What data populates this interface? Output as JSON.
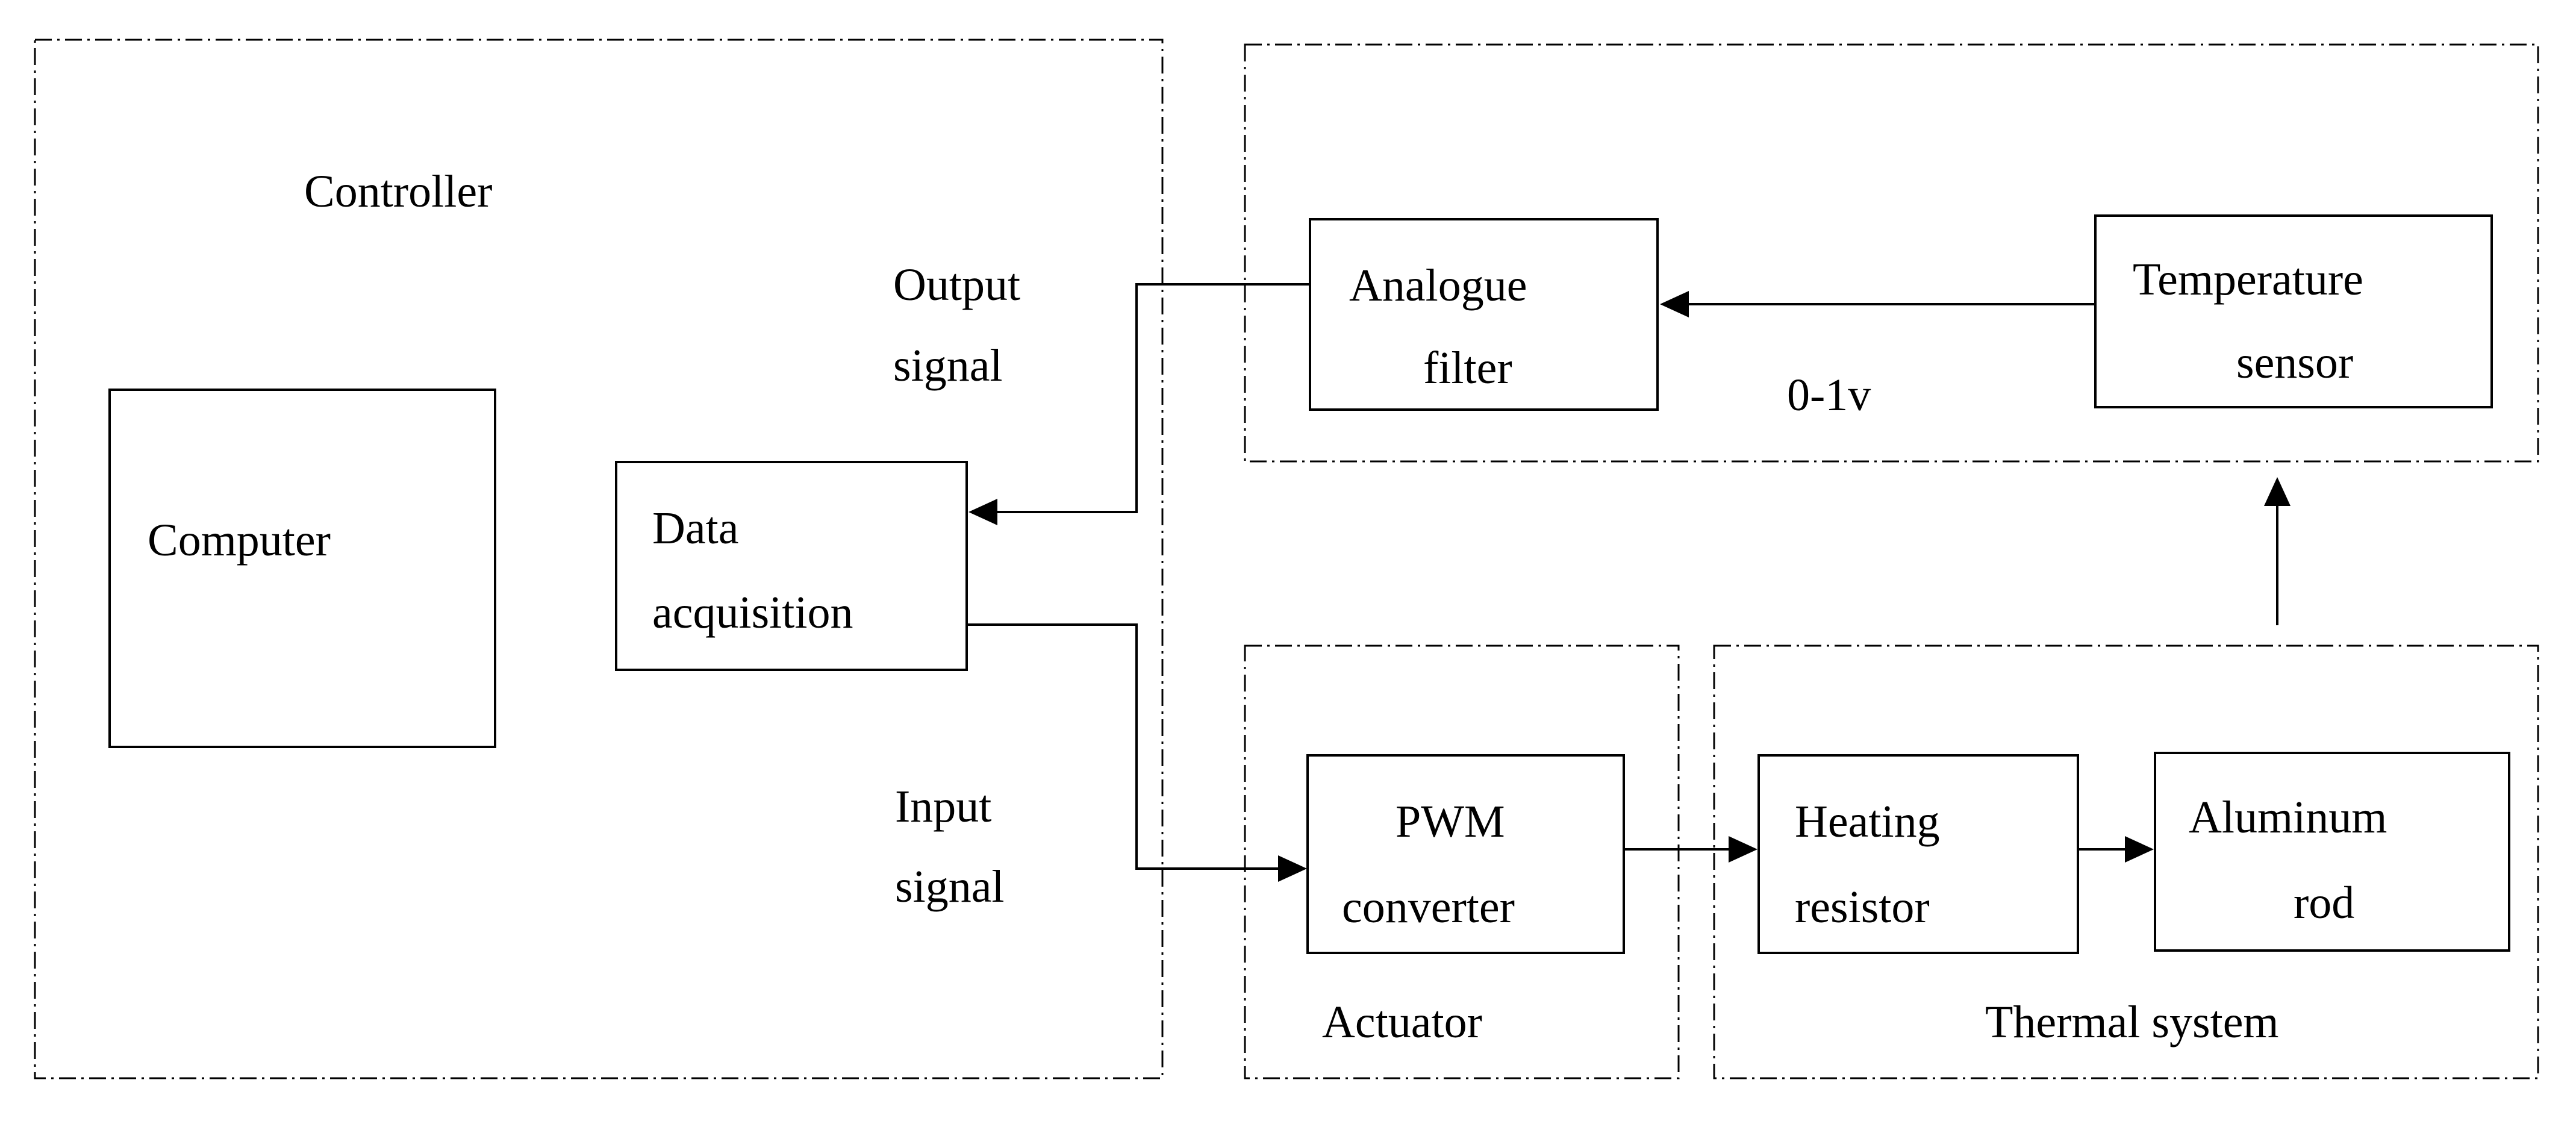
{
  "groups": {
    "controller": "Controller",
    "actuator": "Actuator",
    "thermal_system": "Thermal system"
  },
  "blocks": {
    "computer": [
      "Computer"
    ],
    "data_acquisition": [
      "Data",
      "acquisition"
    ],
    "analogue_filter": [
      "Analogue",
      "filter"
    ],
    "temperature_sensor": [
      "Temperature",
      "sensor"
    ],
    "pwm_converter": [
      "PWM",
      "converter"
    ],
    "heating_resistor": [
      "Heating",
      "resistor"
    ],
    "aluminum_rod": [
      "Aluminum",
      "rod"
    ]
  },
  "signals": {
    "output_signal": [
      "Output",
      "signal"
    ],
    "input_signal": [
      "Input",
      "signal"
    ],
    "sensor_voltage": "0-1v"
  }
}
